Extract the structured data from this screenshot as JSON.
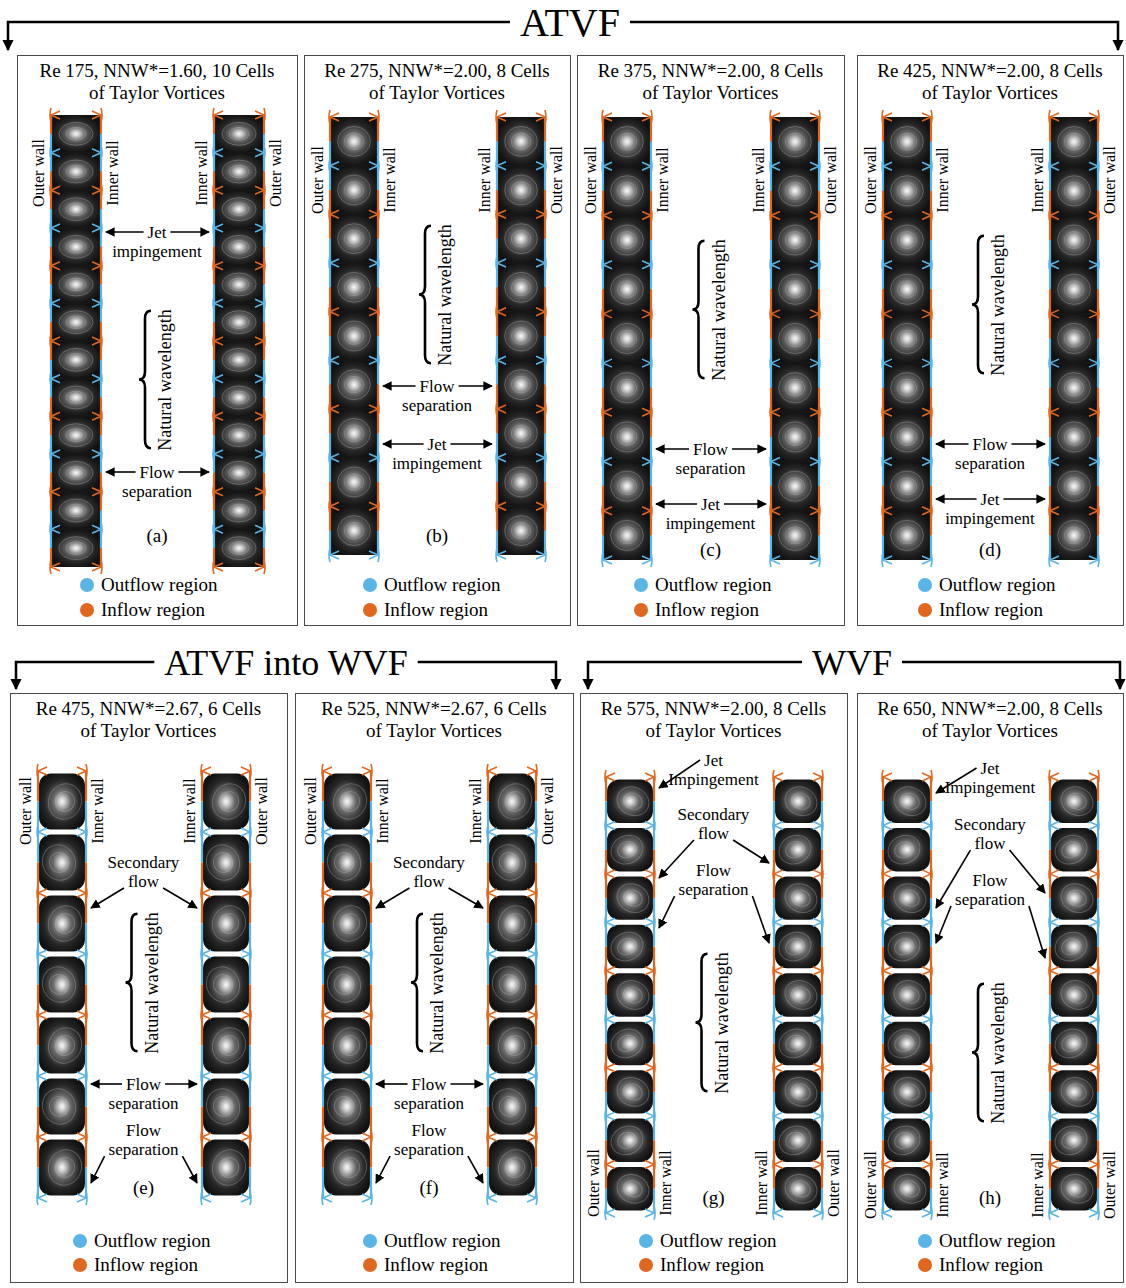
{
  "diagram": {
    "nodes": [
      {
        "text": [
          "Re 175, NNW*=1.60, 10 Cells of Taylor Vortices",
          "Outer wall",
          "Inner wall",
          "Inner wall",
          "Outer wall",
          "Jet impingement",
          "Natural wavelength",
          "Flow separation",
          "(a)"
        ]
      },
      {
        "text": [
          "Re 275, NNW*=2.00, 8 Cells of Taylor Vortices",
          "Outer wall",
          "Inner wall",
          "Inner wall",
          "Outer wall",
          "Natural wavelength",
          "Flow separation",
          "Jet impingement",
          "(b)"
        ]
      },
      {
        "text": [
          "Re 375, NNW*=2.00, 8 Cells of Taylor Vortices",
          "Outer wall",
          "Inner wall",
          "Inner wall",
          "Outer wall",
          "Natural wavelength",
          "Flow separation",
          "Jet impingement",
          "(c)"
        ]
      },
      {
        "text": [
          "Re 425, NNW*=2.00, 8 Cells of Taylor Vortices",
          "Outer wall",
          "Inner wall",
          "Inner wall",
          "Outer wall",
          "Natural wavelength",
          "Flow separation",
          "Jet impingement",
          "(d)"
        ]
      },
      {
        "text": [
          "Re 475, NNW*=2.67, 6 Cells of Taylor Vortices",
          "Outer wall",
          "Inner wall",
          "Inner wall",
          "Outer wall",
          "Secondary flow",
          "Natural wavelength",
          "Flow separation",
          "Flow separation",
          "(e)"
        ]
      },
      {
        "text": [
          "Re 525, NNW*=2.67, 6 Cells of Taylor Vortices",
          "Outer wall",
          "Inner wall",
          "Inner wall",
          "Outer wall",
          "Secondary flow",
          "Natural wavelength",
          "Flow separation",
          "Flow separation",
          "(f)"
        ]
      },
      {
        "text": [
          "Re 575, NNW*=2.00, 8 Cells of Taylor Vortices",
          "Jet Impingement",
          "Secondary flow",
          "Flow separation",
          "Natural wavelength",
          "Outer wall",
          "Inner wall",
          "Inner wall",
          "Outer wall",
          "(g)"
        ]
      },
      {
        "text": [
          "Re 650, NNW*=2.00, 8 Cells of Taylor Vortices",
          "Jet Impingement",
          "Secondary flow",
          "Flow separation",
          "Natural wavelength",
          "Outer wall",
          "Inner wall",
          "Inner wall",
          "Outer wall",
          "(h)"
        ]
      }
    ],
    "labels": [
      "ATVF",
      "ATVF into WVF",
      "WVF"
    ],
    "legend": [
      {
        "text": "Outflow region",
        "color": "#5ab4e6"
      },
      {
        "text": "Inflow region",
        "color": "#e0671f"
      },
      {
        "text": "Outflow region",
        "color": "#5ab4e6"
      },
      {
        "text": "Inflow region",
        "color": "#e0671f"
      },
      {
        "text": "Outflow region",
        "color": "#5ab4e6"
      },
      {
        "text": "Inflow region",
        "color": "#e0671f"
      },
      {
        "text": "Outflow region",
        "color": "#5ab4e6"
      },
      {
        "text": "Inflow region",
        "color": "#e0671f"
      },
      {
        "text": "Outflow region",
        "color": "#5ab4e6"
      },
      {
        "text": "Inflow region",
        "color": "#e0671f"
      },
      {
        "text": "Outflow region",
        "color": "#5ab4e6"
      },
      {
        "text": "Inflow region",
        "color": "#e0671f"
      },
      {
        "text": "Outflow region",
        "color": "#5ab4e6"
      },
      {
        "text": "Inflow region",
        "color": "#e0671f"
      },
      {
        "text": "Outflow region",
        "color": "#5ab4e6"
      },
      {
        "text": "Inflow region",
        "color": "#e0671f"
      }
    ]
  }
}
